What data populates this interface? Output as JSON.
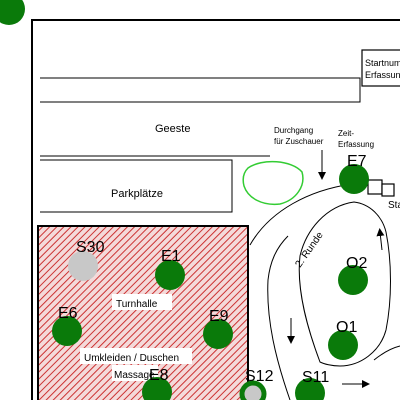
{
  "map": {
    "labels": {
      "geeste": "Geeste",
      "parking": "Parkplätze",
      "gym": "Turnhalle",
      "changing": "Umkleiden / Duschen",
      "massage": "Massage",
      "passage_line1": "Durchgang",
      "passage_line2": "für Zuschauer",
      "timing_line1": "Zeit-",
      "timing_line2": "Erfassung",
      "start_line1": "Startnum",
      "start_line2": "Erfassun",
      "round": "2. Runde",
      "edge_fragment": "Sta"
    },
    "markers": [
      {
        "id": "E1",
        "label": "E1",
        "color": "#0a7a0a"
      },
      {
        "id": "E6",
        "label": "E6",
        "color": "#0a7a0a"
      },
      {
        "id": "E7",
        "label": "E7",
        "color": "#0a7a0a"
      },
      {
        "id": "E8",
        "label": "E8",
        "color": "#0a7a0a"
      },
      {
        "id": "E9",
        "label": "E9",
        "color": "#0a7a0a"
      },
      {
        "id": "O1",
        "label": "O1",
        "color": "#0a7a0a"
      },
      {
        "id": "O2",
        "label": "O2",
        "color": "#0a7a0a"
      },
      {
        "id": "S11",
        "label": "S11",
        "color": "#0a7a0a"
      },
      {
        "id": "S12",
        "label": "S12",
        "color": "#c8c8c8",
        "ring": "#0a7a0a"
      },
      {
        "id": "S30",
        "label": "S30",
        "color": "#c8c8c8"
      }
    ],
    "colors": {
      "hatch": "#cc3333",
      "hatch_bg": "#f4dada",
      "pond": "#33cc33",
      "marker_green": "#0a7a0a",
      "marker_gray": "#c8c8c8"
    }
  }
}
